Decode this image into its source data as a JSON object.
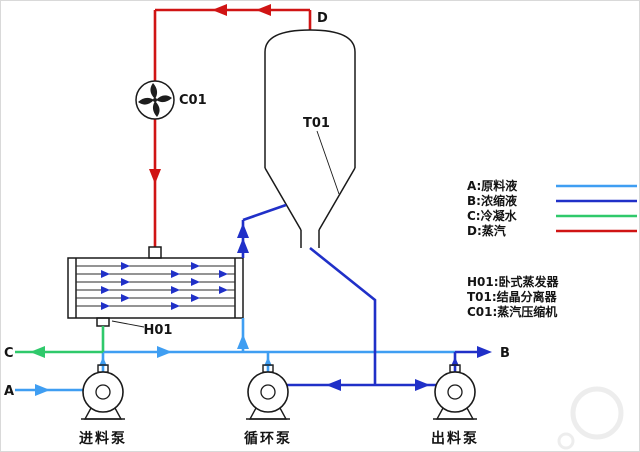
{
  "colors": {
    "steam": "#d01414",
    "feed_liquid": "#3f9ef2",
    "concentrate": "#2030c8",
    "condensate": "#2fc96b",
    "ink": "#1a1a1a"
  },
  "labels": {
    "steam": "D",
    "feed": "A",
    "concentrate": "B",
    "condensate": "C",
    "compressor": "C01",
    "separator": "T01",
    "evaporator": "H01"
  },
  "pumps": {
    "feed": "进料泵",
    "circulation": "循环泵",
    "discharge": "出料泵"
  },
  "legend": {
    "streams": [
      {
        "label": "A:原料液",
        "color": "#3f9ef2"
      },
      {
        "label": "B:浓缩液",
        "color": "#2030c8"
      },
      {
        "label": "C:冷凝水",
        "color": "#2fc96b"
      },
      {
        "label": "D:蒸汽",
        "color": "#d01414"
      }
    ],
    "equipment": [
      {
        "label": "H01:卧式蒸发器"
      },
      {
        "label": "T01:结晶分离器"
      },
      {
        "label": "C01:蒸汽压缩机"
      }
    ]
  }
}
